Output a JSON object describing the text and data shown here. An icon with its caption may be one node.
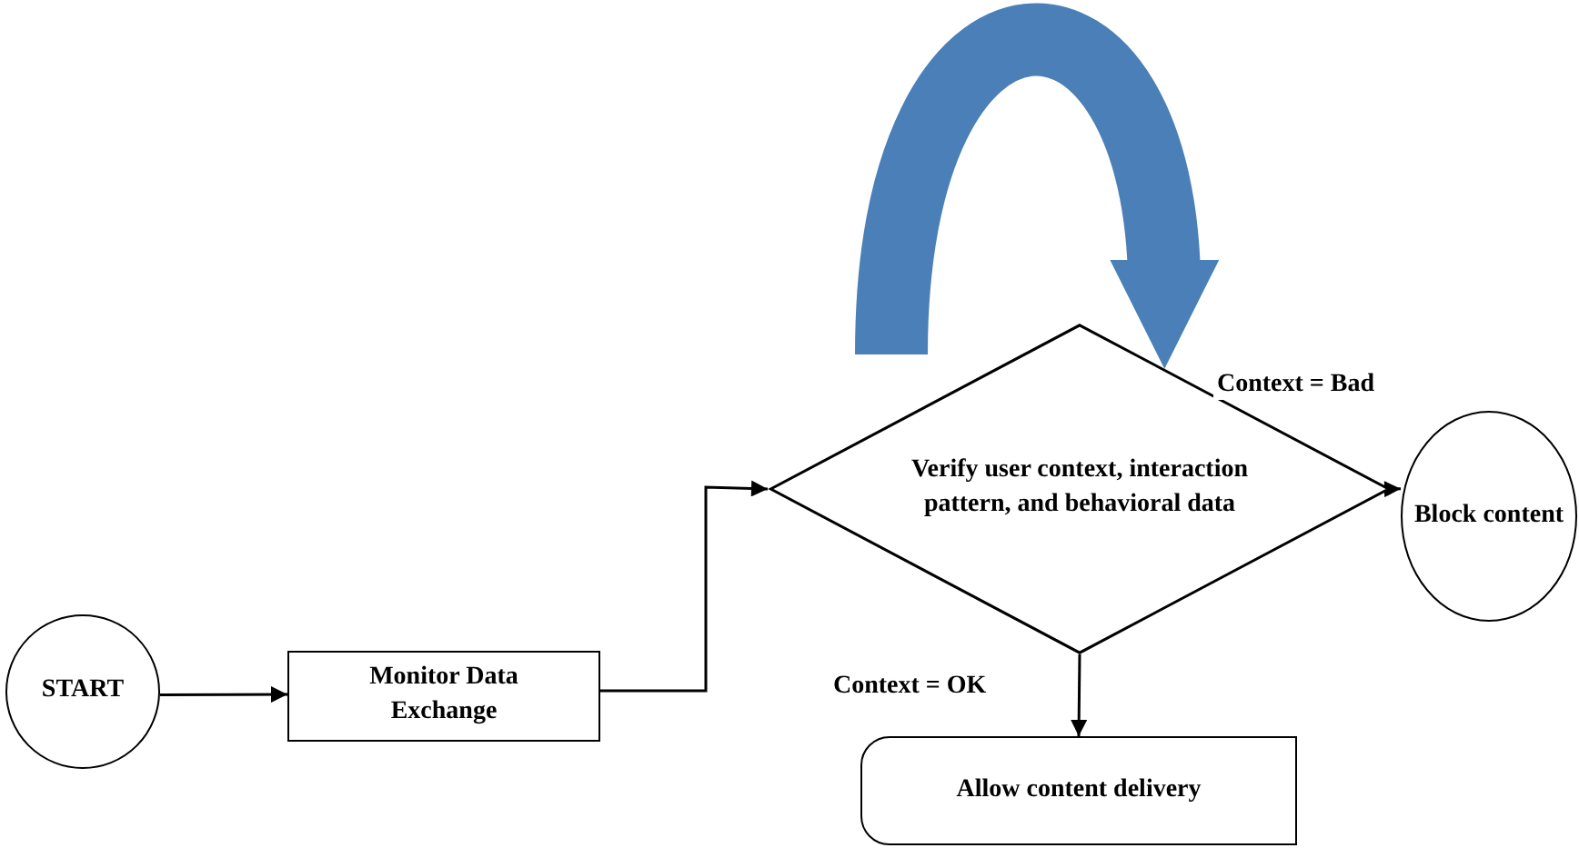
{
  "diagram": {
    "nodes": [
      {
        "text": [
          "START"
        ]
      },
      {
        "text": [
          "Monitor Data Exchange"
        ]
      },
      {
        "text": [
          "Verify user context, interaction pattern, and behavioral data"
        ]
      },
      {
        "text": [
          "Block content"
        ]
      },
      {
        "text": [
          "Allow content delivery"
        ]
      }
    ],
    "edges": [
      {
        "from": 0,
        "to": 1,
        "arrow": "to"
      },
      {
        "from": 1,
        "to": 2,
        "arrow": "to"
      },
      {
        "from": 2,
        "to": 3,
        "arrow": "to",
        "label": "Context = Bad"
      },
      {
        "from": 2,
        "to": 4,
        "arrow": "to",
        "label": "Context = OK"
      },
      {
        "from": null,
        "to": 2,
        "arrow": "to",
        "style": "thick",
        "color": "#4a7fb8"
      }
    ]
  }
}
